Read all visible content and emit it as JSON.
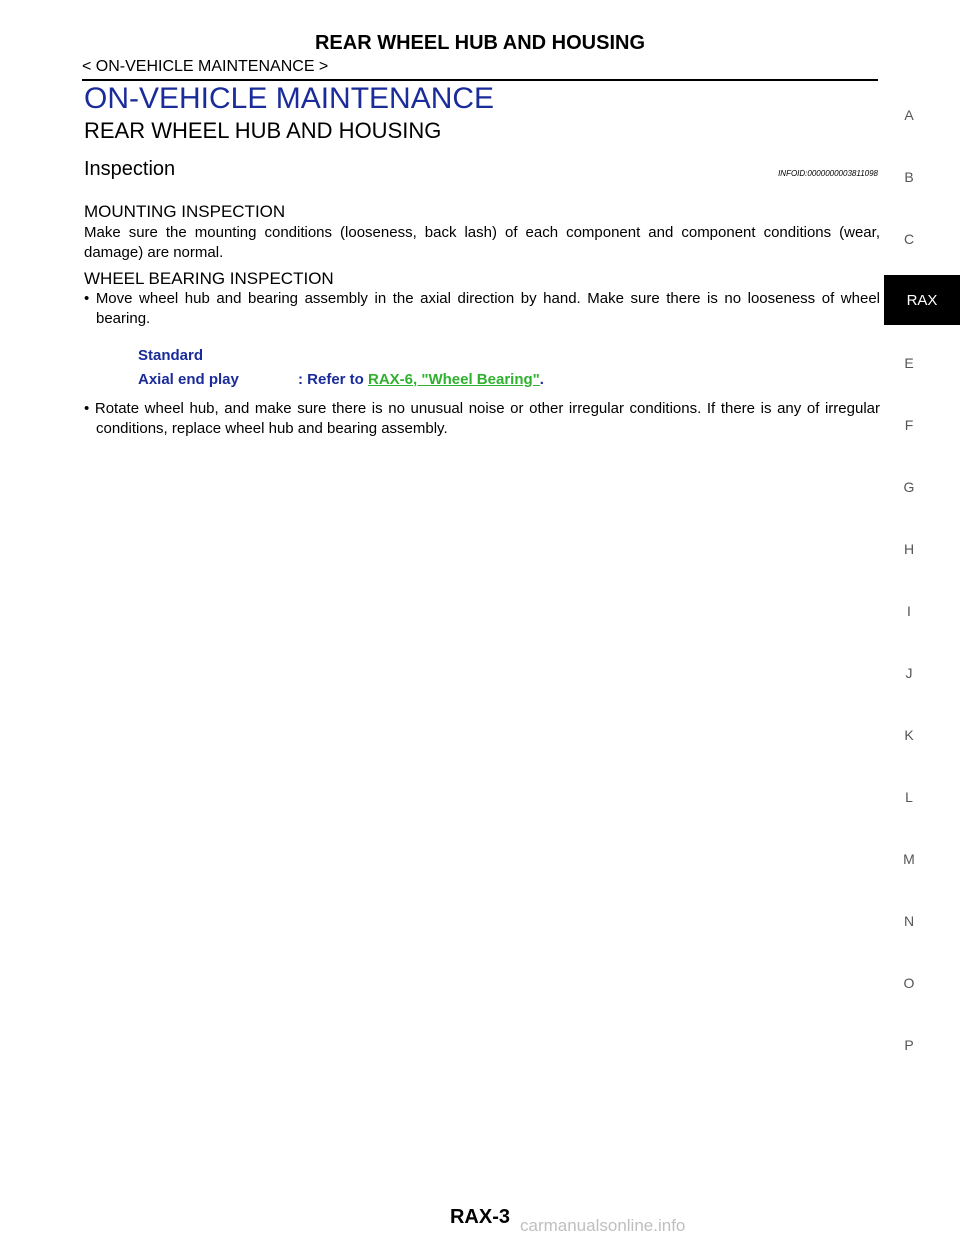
{
  "header": {
    "title": "REAR WHEEL HUB AND HOUSING",
    "subtitle": "< ON-VEHICLE MAINTENANCE >"
  },
  "content": {
    "section_title": "ON-VEHICLE MAINTENANCE",
    "sub_title": "REAR WHEEL HUB AND HOUSING",
    "inspection_title": "Inspection",
    "infoid": "INFOID:0000000003811098",
    "mounting": {
      "heading": "MOUNTING INSPECTION",
      "text": "Make sure the mounting conditions (looseness, back lash) of each component and component conditions (wear, damage) are normal."
    },
    "wheel_bearing": {
      "heading": "WHEEL BEARING INSPECTION",
      "bullet1": "Move wheel hub and bearing assembly in the axial direction by hand. Make sure there is no looseness of wheel bearing.",
      "standard_label": "Standard",
      "axial_label": "Axial end play",
      "refer_prefix": ": Refer to ",
      "refer_link": "RAX-6, \"Wheel Bearing\"",
      "refer_suffix": ".",
      "bullet2": "Rotate wheel hub, and make sure there is no unusual noise or other irregular conditions. If there is any of irregular conditions, replace wheel hub and bearing assembly."
    }
  },
  "tabs": [
    "A",
    "B",
    "C",
    "RAX",
    "E",
    "F",
    "G",
    "H",
    "I",
    "J",
    "K",
    "L",
    "M",
    "N",
    "O",
    "P"
  ],
  "footer": {
    "page_number": "RAX-3",
    "watermark": "carmanualsonline.info"
  }
}
